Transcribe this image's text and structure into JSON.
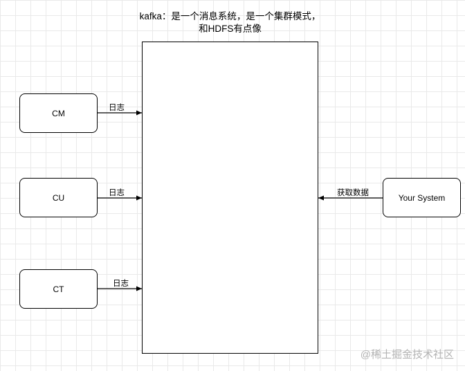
{
  "title": "kafka：是一个消息系统，是一个集群模式，和HDFS有点像",
  "nodes": {
    "cm": "CM",
    "cu": "CU",
    "ct": "CT",
    "your_system": "Your System"
  },
  "edges": {
    "cm_label": "日志",
    "cu_label": "日志",
    "ct_label": "日志",
    "system_label": "获取数据"
  },
  "watermark": "@稀土掘金技术社区"
}
